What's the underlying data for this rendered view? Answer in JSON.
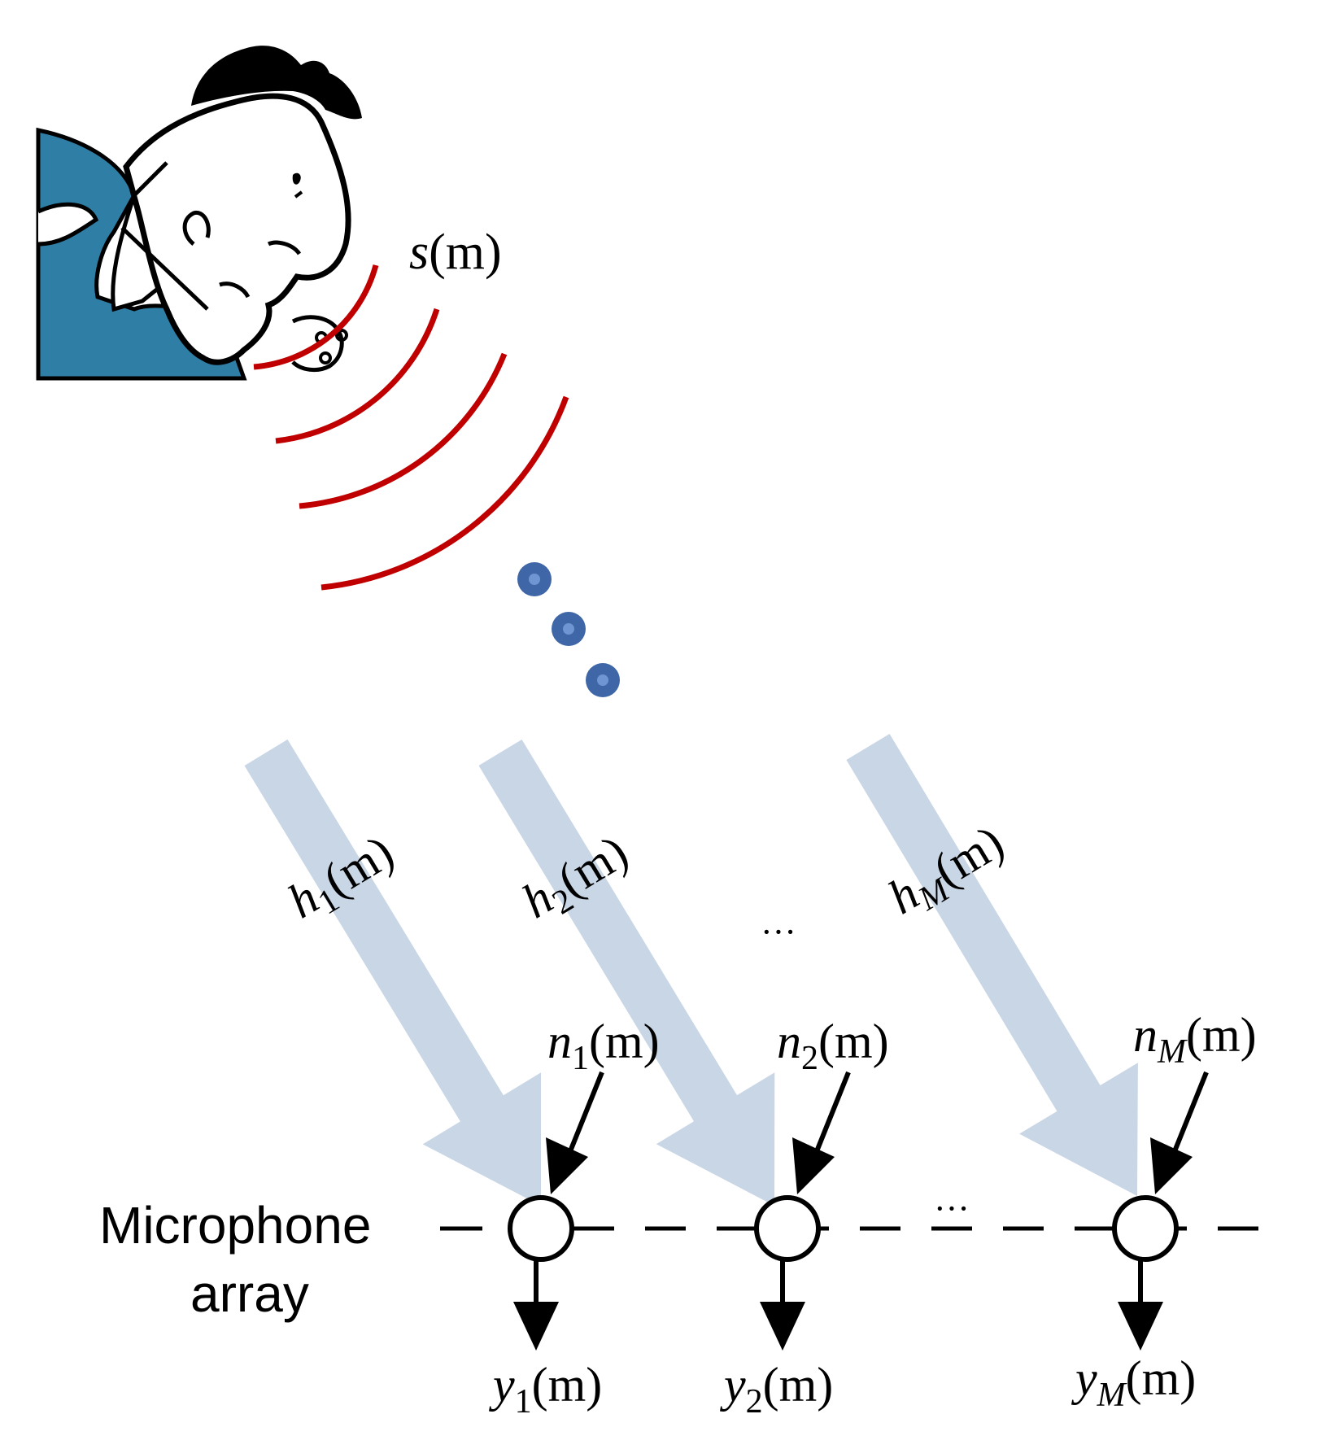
{
  "labels": {
    "source": {
      "name": "s",
      "arg": "(m)"
    },
    "paths": [
      {
        "name": "h",
        "sub": "1",
        "arg": "(m)"
      },
      {
        "name": "h",
        "sub": "2",
        "arg": "(m)"
      },
      {
        "name": "h",
        "sub": "M",
        "arg": "(m)"
      }
    ],
    "path_ellipsis": "···",
    "noise": [
      {
        "name": "n",
        "sub": "1",
        "arg": "(m)"
      },
      {
        "name": "n",
        "sub": "2",
        "arg": "(m)"
      },
      {
        "name": "n",
        "sub": "M",
        "arg": "(m)"
      }
    ],
    "array_ellipsis": "···",
    "outputs": [
      {
        "name": "y",
        "sub": "1",
        "arg": "(m)"
      },
      {
        "name": "y",
        "sub": "2",
        "arg": "(m)"
      },
      {
        "name": "y",
        "sub": "M",
        "arg": "(m)"
      }
    ],
    "array_label_line1": "Microphone",
    "array_label_line2": "array"
  },
  "colors": {
    "wave": "#c00000",
    "dots": "#3f66a6",
    "dots_highlight": "#6f95d2",
    "path_arrow": "#c8d6e6",
    "ink": "#000000",
    "shirt": "#2f7ea6",
    "skin": "#ffffff",
    "chair": "#a77f3a"
  },
  "icons": {
    "speaker": "person-speaking-icon"
  }
}
